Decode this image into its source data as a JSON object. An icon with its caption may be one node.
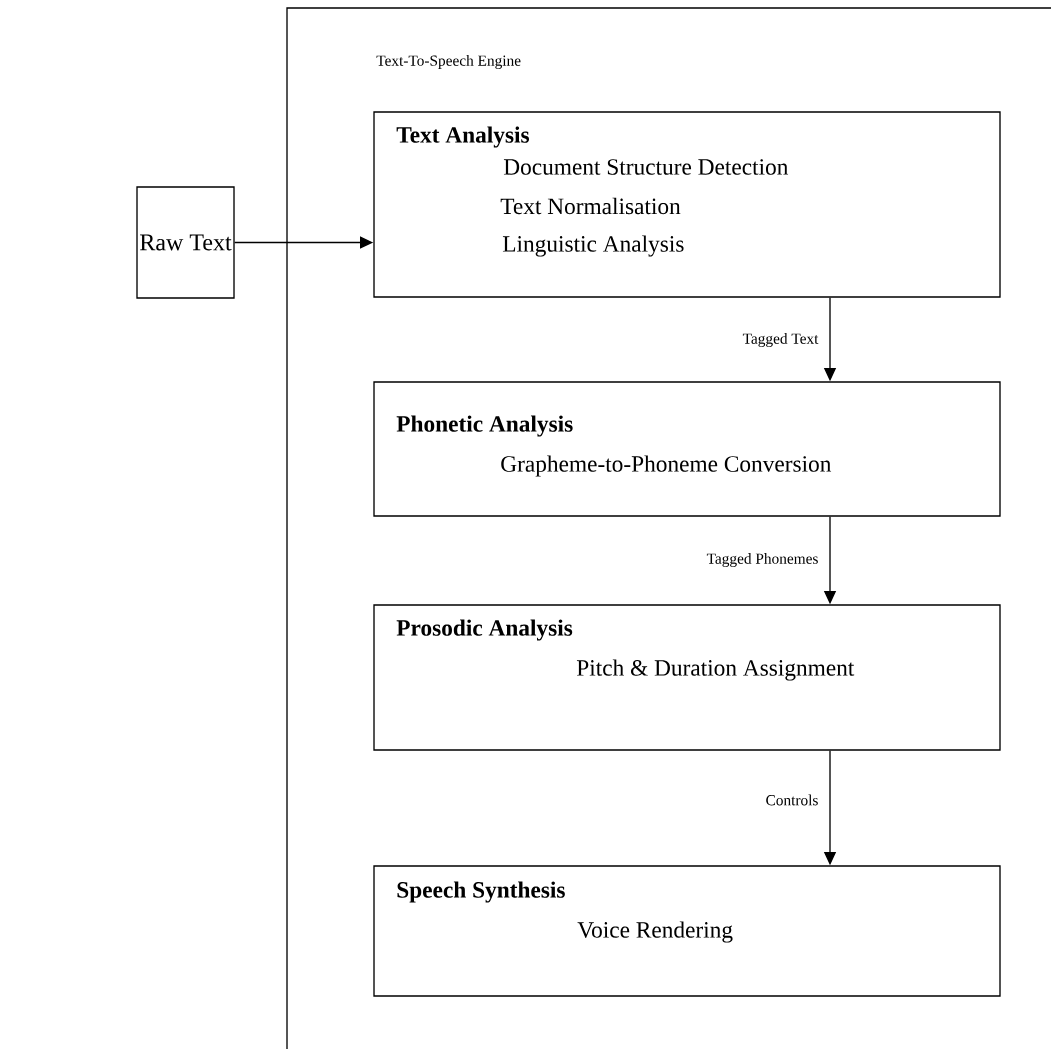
{
  "diagram": {
    "nodes": [
      {
        "text": [
          "Text-To-Speech Engine"
        ]
      },
      {
        "text": [
          "Raw Text"
        ]
      },
      {
        "text": [
          "Text Analysis",
          "Document Structure Detection",
          "Text Normalisation",
          "Linguistic Analysis"
        ],
        "in": 0
      },
      {
        "text": [
          "Phonetic Analysis",
          "Grapheme-to-Phoneme Conversion"
        ],
        "in": 0
      },
      {
        "text": [
          "Prosodic Analysis",
          "Pitch & Duration Assignment"
        ],
        "in": 0
      },
      {
        "text": [
          "Speech Synthesis",
          "Voice Rendering"
        ],
        "in": 0
      }
    ],
    "edges": [
      {
        "from": 1,
        "to": 2,
        "arrow": "to"
      },
      {
        "from": 2,
        "to": 3,
        "arrow": "to",
        "label": "Tagged Text"
      },
      {
        "from": 3,
        "to": 4,
        "arrow": "to",
        "label": "Tagged Phonemes"
      },
      {
        "from": 4,
        "to": 5,
        "arrow": "to",
        "label": "Controls"
      }
    ]
  }
}
